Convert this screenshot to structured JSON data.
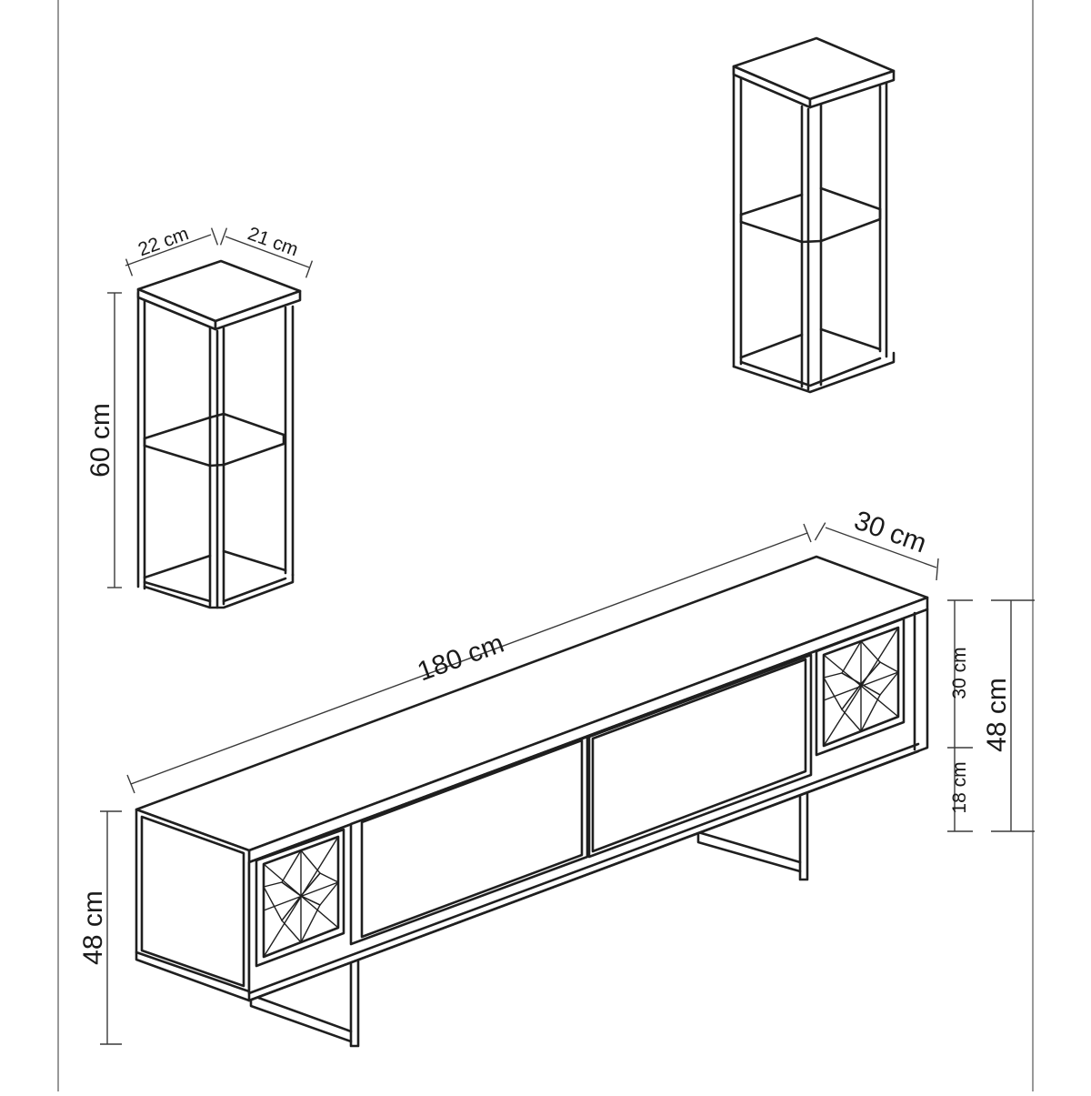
{
  "diagram": {
    "dimensions": {
      "shelf_width": "22 cm",
      "shelf_depth": "21 cm",
      "shelf_height": "60 cm",
      "tv_width": "180 cm",
      "tv_depth": "30 cm",
      "tv_upper_height": "30 cm",
      "tv_leg_height": "18 cm",
      "tv_total_height_right": "48 cm",
      "tv_total_height_left": "48 cm"
    }
  }
}
